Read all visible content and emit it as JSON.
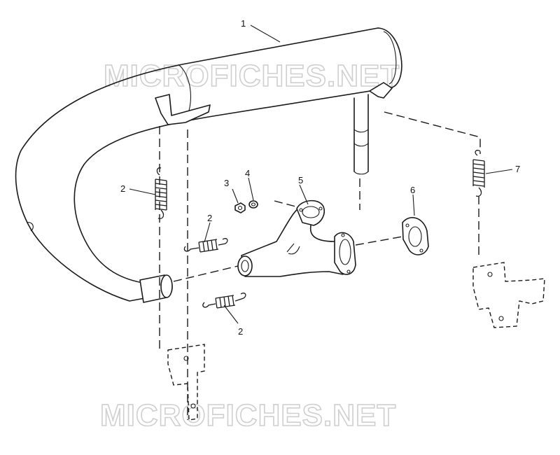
{
  "watermark": {
    "top": "MICROFICHES.NET",
    "bottom": "MICROFICHES.NET"
  },
  "callouts": {
    "muffler": "1",
    "spring_left_vertical": "2",
    "spring_center_upper": "2",
    "spring_center_lower": "2",
    "nut": "3",
    "washer": "4",
    "exhaust_y_pipe": "5",
    "gasket": "6",
    "spring_right": "7"
  }
}
